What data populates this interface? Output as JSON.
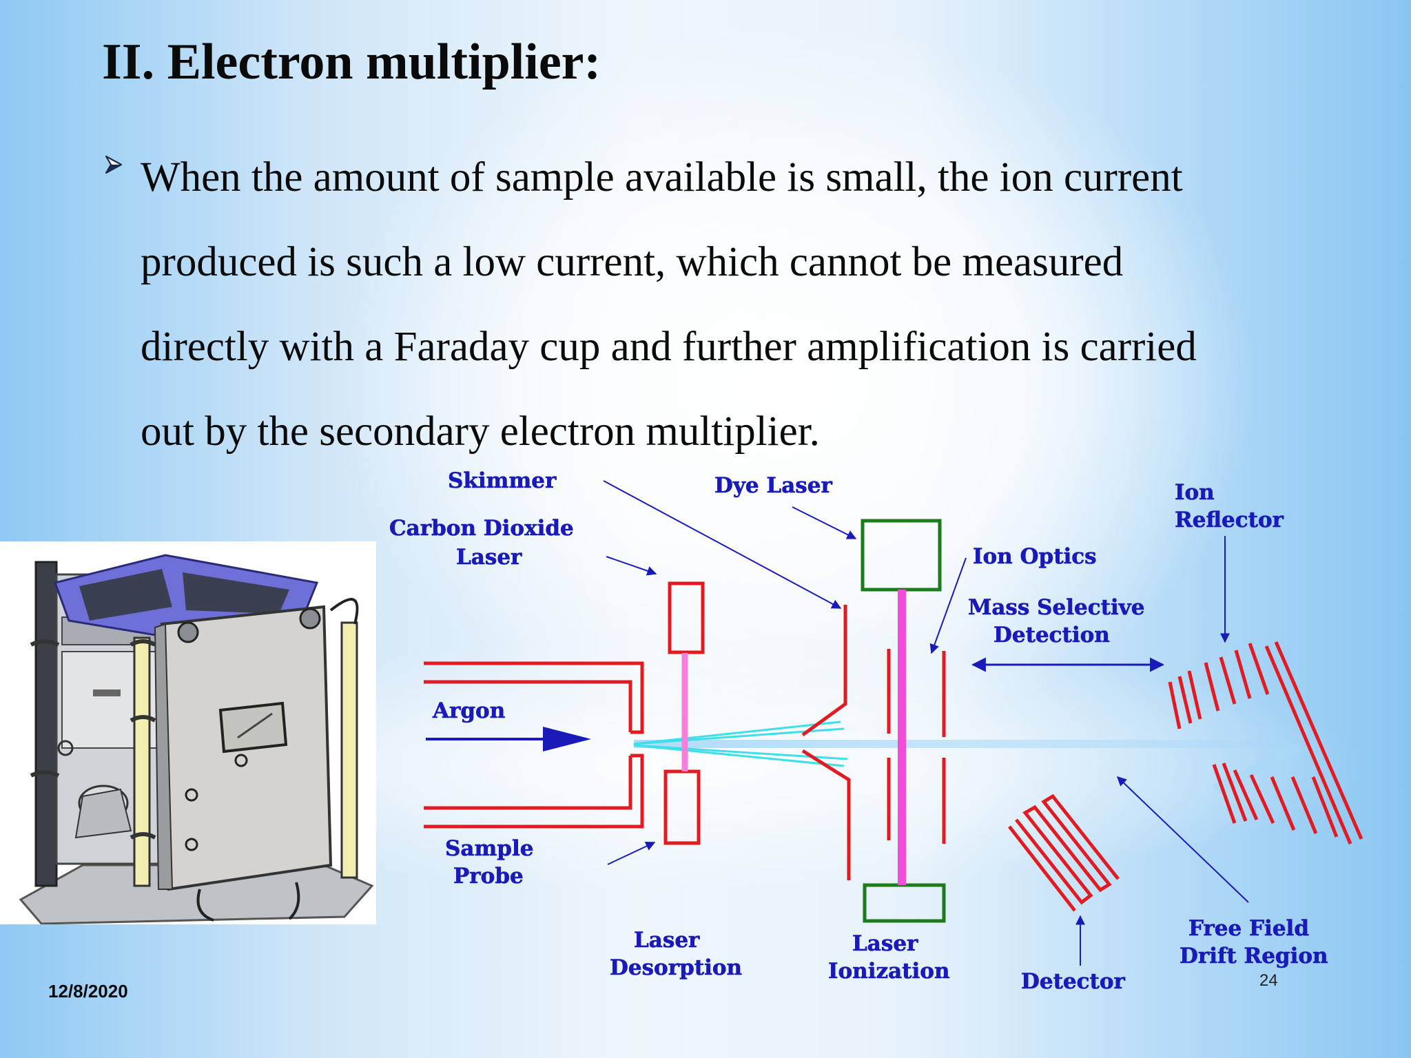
{
  "slide": {
    "title": "II. Electron multiplier:",
    "bullet_lines": [
      "When the amount of sample available is small, the ion current",
      "produced is such a low current, which cannot be measured",
      "directly with a Faraday cup and further amplification is carried",
      "out by the secondary electron multiplier."
    ],
    "date": "12/8/2020",
    "page_number": "24"
  },
  "diagram": {
    "labels": {
      "skimmer": "Skimmer",
      "dye_laser": "Dye Laser",
      "ion_reflector_1": "Ion",
      "ion_reflector_2": "Reflector",
      "co2_laser_1": "Carbon Dioxide",
      "co2_laser_2": "Laser",
      "ion_optics": "Ion Optics",
      "mass_selective_1": "Mass Selective",
      "mass_selective_2": "Detection",
      "argon": "Argon",
      "sample_probe_1": "Sample",
      "sample_probe_2": "Probe",
      "laser_desorption_1": "Laser",
      "laser_desorption_2": "Desorption",
      "laser_ionization_1": "Laser",
      "laser_ionization_2": "Ionization",
      "detector": "Detector",
      "free_field_1": "Free Field",
      "free_field_2": "Drift Region"
    }
  },
  "colors": {
    "label_blue": "#1a1ab8",
    "component_red": "#e21b23",
    "component_green": "#1d7a1d",
    "laser_pink": "#f04ed8",
    "beam_cyan": "#3de0e8"
  }
}
